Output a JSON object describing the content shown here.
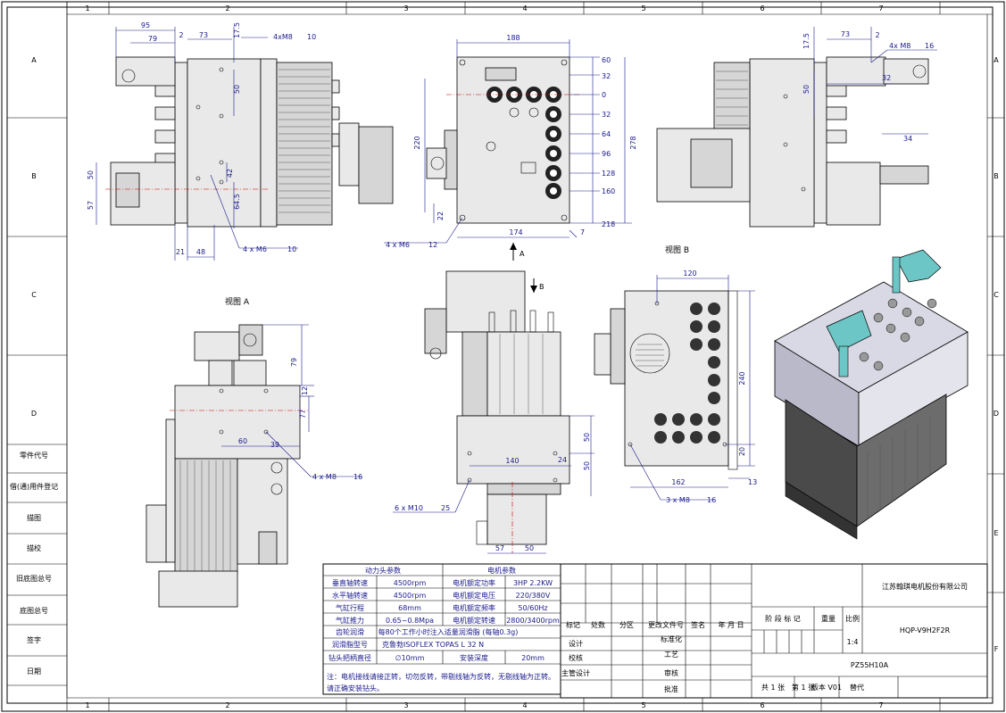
{
  "frame": {
    "col_labels": [
      "1",
      "2",
      "3",
      "4",
      "5",
      "6",
      "7"
    ],
    "row_labels_left": [
      "A",
      "B",
      "C",
      "D"
    ],
    "row_labels_right": [
      "A",
      "B",
      "C",
      "D",
      "E",
      "F"
    ]
  },
  "left_strip": [
    "零件代号",
    "借(通)用件登记",
    "描图",
    "描校",
    "旧底图总号",
    "底图总号",
    "签字",
    "日期"
  ],
  "views": {
    "view_a_label": "视图 A",
    "view_b_label": "视图 B",
    "arrow_a": "A",
    "arrow_b": "B"
  },
  "dims": {
    "top_left": [
      "95",
      "79",
      "2",
      "73",
      "17.5",
      "4xM8",
      "10",
      "50",
      "50",
      "42",
      "64.5",
      "57",
      "21",
      "48",
      "4 x  M6",
      "10"
    ],
    "top_mid": [
      "188",
      "60",
      "32",
      "0",
      "32",
      "64",
      "96",
      "128",
      "160",
      "218",
      "278",
      "220",
      "22",
      "174",
      "7",
      "4 x  M6",
      "12"
    ],
    "top_right": [
      "17.5",
      "73",
      "2",
      "4x M8",
      "16",
      "32",
      "50",
      "34"
    ],
    "bot_left": [
      "79",
      "12",
      "77",
      "60",
      "39",
      "4 x  M8",
      "16"
    ],
    "bot_mid": [
      "50",
      "24",
      "50",
      "140",
      "6 x  M10",
      "25",
      "57",
      "50"
    ],
    "bot_right": [
      "120",
      "240",
      "20",
      "162",
      "13",
      "3 x  M8",
      "16"
    ]
  },
  "params": {
    "head_title": "动力头参数",
    "motor_title": "电机参数",
    "rows": [
      {
        "k1": "垂直轴转速",
        "v1": "4500rpm",
        "k2": "电机额定功率",
        "v2": "3HP  2.2KW"
      },
      {
        "k1": "水平轴转速",
        "v1": "4500rpm",
        "k2": "电机额定电压",
        "v2": "220/380V"
      },
      {
        "k1": "气缸行程",
        "v1": "68mm",
        "k2": "电机额定频率",
        "v2": "50/60Hz"
      },
      {
        "k1": "气缸推力",
        "v1": "0.65~0.8Mpa",
        "k2": "电机额定转速",
        "v2": "2800/3400rpm"
      }
    ],
    "gear_k": "齿轮润滑",
    "gear_v": "每80个工作小时注入适量润滑脂 (每轴0.3g)",
    "grease_k": "润滑脂型号",
    "grease_v": "克鲁勃ISOFLEX  TOPAS L 32 N",
    "drill_k": "钻头把柄直径",
    "drill_v": "∅10mm",
    "depth_k": "安装深度",
    "depth_v": "20mm",
    "note_1": "注：电机接线请接正转，切勿反转，带剔线轴为反转，无剔线轴为正转。",
    "note_2": "请正确安装钻头。"
  },
  "title_block": {
    "company": "江苏翰琪电机股份有限公司",
    "headers": [
      "标记",
      "处数",
      "分区",
      "更改文件号",
      "签名",
      "年 月 日"
    ],
    "roles_left": [
      "设计",
      "校核",
      "主管设计"
    ],
    "roles_mid": [
      "标准化",
      "工艺",
      "审核",
      "批准"
    ],
    "stage_label": "阶 段 标 记",
    "weight_label": "重量",
    "scale_label": "比例",
    "scale_value": "1:4",
    "drawing_no": "HQP-V9H2F2R",
    "model": "PZ55H10A",
    "sheet_total": "共 1 张",
    "sheet_no": "第 1 张",
    "version": "版本  V01",
    "replaces": "替代"
  }
}
